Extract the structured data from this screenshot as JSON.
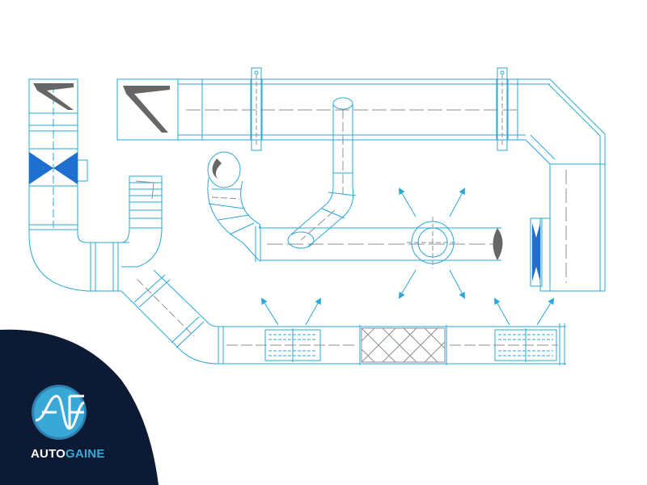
{
  "brand": {
    "name_part1": "AUTO",
    "name_part2": "GAINE",
    "logo_mark": "AF",
    "panel_color": "#0c1a33",
    "text_color": "#ffffff",
    "accent_color": "#3aa8d6"
  },
  "drawing": {
    "line_color": "#2aa7d9",
    "gray_line_color": "#8a9196",
    "fill_accent": "#1f6fd1",
    "fill_dark": "#666666",
    "icons": [
      "damper-icon",
      "fan-icon",
      "diffuser-icon",
      "filter-icon",
      "grille-icon",
      "airflow-arrow-icon"
    ]
  }
}
